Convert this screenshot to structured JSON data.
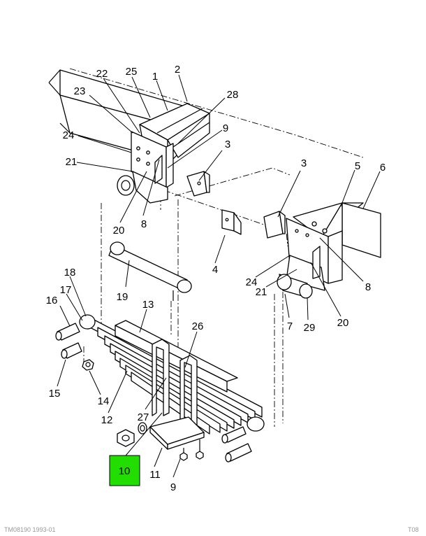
{
  "diagram": {
    "highlighted_callout": "10",
    "highlight_color": "#22dd00",
    "footer_left": "TM08190 1993-01",
    "footer_right": "T08",
    "callouts": [
      {
        "id": "c1",
        "label": "1"
      },
      {
        "id": "c2",
        "label": "2"
      },
      {
        "id": "c25",
        "label": "25"
      },
      {
        "id": "c22",
        "label": "22"
      },
      {
        "id": "c23",
        "label": "23"
      },
      {
        "id": "c28",
        "label": "28"
      },
      {
        "id": "c9a",
        "label": "9"
      },
      {
        "id": "c24a",
        "label": "24"
      },
      {
        "id": "c3a",
        "label": "3"
      },
      {
        "id": "c21a",
        "label": "21"
      },
      {
        "id": "c3b",
        "label": "3"
      },
      {
        "id": "c5",
        "label": "5"
      },
      {
        "id": "c6",
        "label": "6"
      },
      {
        "id": "c20a",
        "label": "20"
      },
      {
        "id": "c8a",
        "label": "8"
      },
      {
        "id": "c4",
        "label": "4"
      },
      {
        "id": "c18",
        "label": "18"
      },
      {
        "id": "c24b",
        "label": "24"
      },
      {
        "id": "c8b",
        "label": "8"
      },
      {
        "id": "c21b",
        "label": "21"
      },
      {
        "id": "c19",
        "label": "19"
      },
      {
        "id": "c17",
        "label": "17"
      },
      {
        "id": "c16",
        "label": "16"
      },
      {
        "id": "c13",
        "label": "13"
      },
      {
        "id": "c7",
        "label": "7"
      },
      {
        "id": "c29",
        "label": "29"
      },
      {
        "id": "c20b",
        "label": "20"
      },
      {
        "id": "c26",
        "label": "26"
      },
      {
        "id": "c15",
        "label": "15"
      },
      {
        "id": "c14",
        "label": "14"
      },
      {
        "id": "c27",
        "label": "27"
      },
      {
        "id": "c12",
        "label": "12"
      },
      {
        "id": "c10",
        "label": "10"
      },
      {
        "id": "c11",
        "label": "11"
      },
      {
        "id": "c9b",
        "label": "9"
      }
    ]
  }
}
